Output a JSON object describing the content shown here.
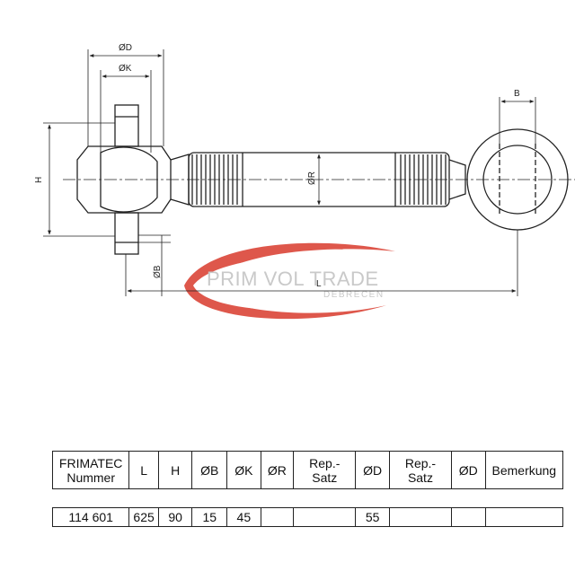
{
  "drawing": {
    "dim_labels": {
      "d": "ØD",
      "k": "ØK",
      "h": "H",
      "r": "ØR",
      "b_top": "B",
      "b_side": "ØB",
      "l": "L"
    }
  },
  "watermark": {
    "name": "PRIM VOL TRADE",
    "city": "DEBRECEN"
  },
  "table": {
    "headers": [
      {
        "line1": "FRIMATEC",
        "line2": "Nummer"
      },
      {
        "line1": "L",
        "line2": ""
      },
      {
        "line1": "H",
        "line2": ""
      },
      {
        "line1": "ØB",
        "line2": ""
      },
      {
        "line1": "ØK",
        "line2": ""
      },
      {
        "line1": "ØR",
        "line2": ""
      },
      {
        "line1": "Rep.-",
        "line2": "Satz"
      },
      {
        "line1": "ØD",
        "line2": ""
      },
      {
        "line1": "Rep.-",
        "line2": "Satz"
      },
      {
        "line1": "ØD",
        "line2": ""
      },
      {
        "line1": "Bemerkung",
        "line2": ""
      }
    ],
    "row": [
      "114 601",
      "625",
      "90",
      "15",
      "45",
      "",
      "",
      "55",
      "",
      "",
      ""
    ]
  },
  "colors": {
    "line": "#222222",
    "watermark_red": "#d8392b",
    "watermark_gray": "#c9c9c9"
  }
}
